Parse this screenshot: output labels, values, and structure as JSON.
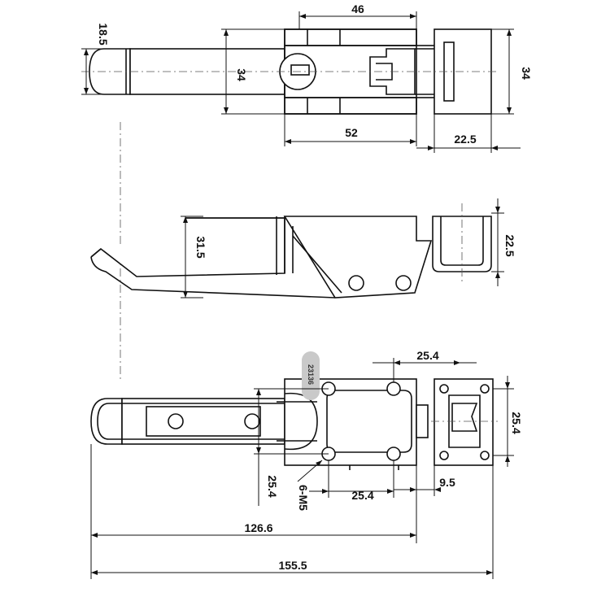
{
  "top_view": {
    "dim_handle_width": "18.5",
    "dim_body_height_left": "34",
    "dim_top_span": "46",
    "dim_base_length": "52",
    "dim_keeper_height": "34",
    "dim_keeper_width": "22.5"
  },
  "side_view": {
    "dim_height": "31.5",
    "dim_keeper_height": "22.5"
  },
  "bottom_view": {
    "dim_hole_spacing_top": "25.4",
    "dim_keeper_hole_spacing": "25.4",
    "dim_hole_spacing_vertical": "25.4",
    "dim_hole_spacing_bottom": "25.4",
    "dim_keeper_offset": "9.5",
    "screw_callout": "6-M5",
    "dim_overall_length": "126.6",
    "dim_total_length": "155.5",
    "watermark": "23136"
  }
}
